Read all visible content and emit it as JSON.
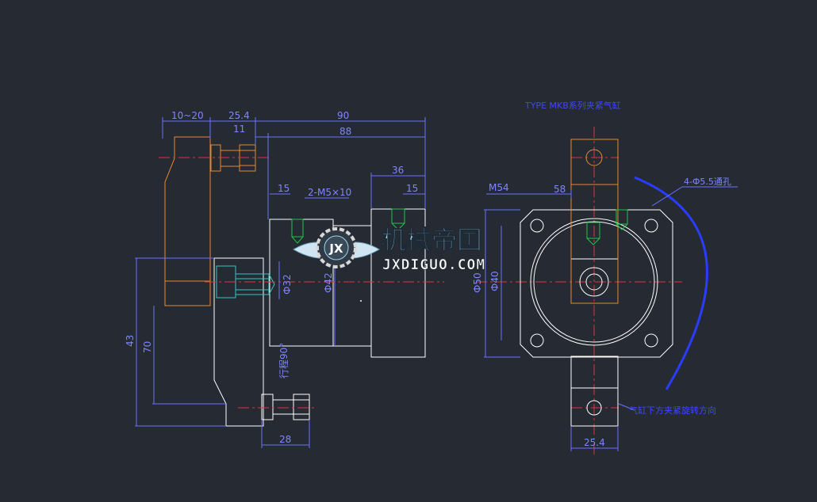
{
  "colors": {
    "background": "#262a33",
    "dimension": "#6a71ff",
    "outline": "#ffffff",
    "orange_part": "#e58a2c",
    "center_line": "#e0323c",
    "thread": "#22c04a",
    "cyan_bolt": "#39c2c2",
    "arc": "#2a3cff"
  },
  "notes": {
    "top_right_note": "TYPE MKB系列夹紧气缸",
    "hole_note": "4-Ф5.5通孔",
    "bottom_right_note": "气缸下方夹紧旋转方向"
  },
  "dimensions": {
    "top_10_20": "10~20",
    "top_25_4": "25.4",
    "top_90": "90",
    "top_11": "11",
    "top_88": "88",
    "right_36": "36",
    "left_15": "15",
    "mid_thread": "2-M5×10",
    "right_15": "15",
    "left_vert_43": "43",
    "left_vert_70": "70",
    "vert_ph32": "Ф32",
    "vert_ph42": "Ф42",
    "vert_stroke": "行程90°",
    "bottom_28": "28",
    "side_m54": "M54",
    "side_58": "58",
    "side_ph50": "Ф50",
    "side_ph40": "Ф40",
    "side_bottom_25_4": "25.4"
  },
  "watermark": {
    "chinese": "机械帝国",
    "english": "JXDIGUO.COM",
    "badge": "JX",
    "logo_icon": "gear-wings-logo-icon"
  }
}
